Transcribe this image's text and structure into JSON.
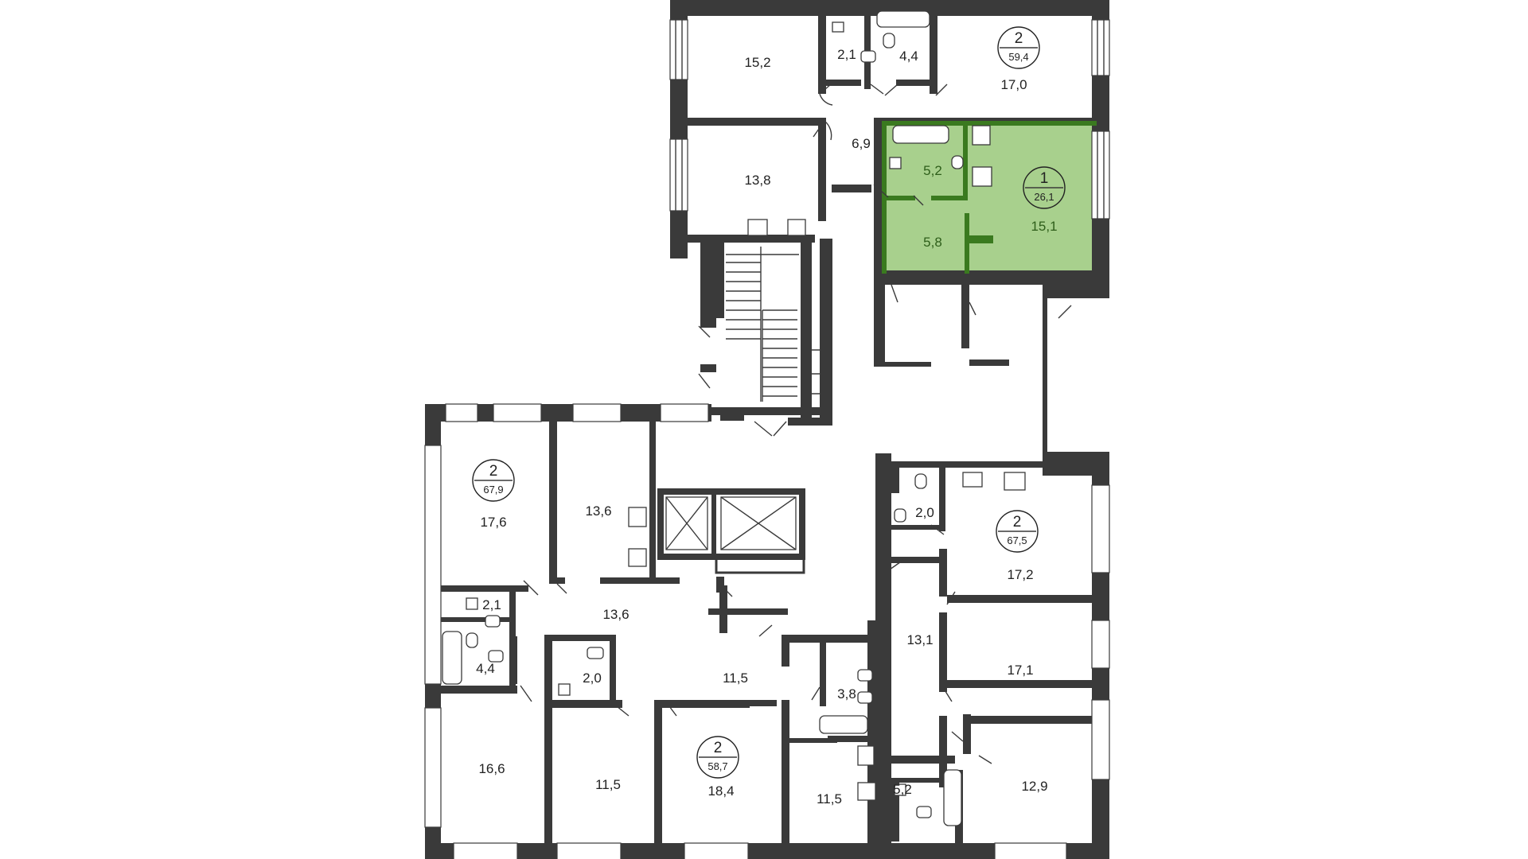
{
  "colors": {
    "wall": "#3a3a3a",
    "highlight": "#a8d08d",
    "highlight_wall": "#3a7a1f",
    "background": "#ffffff"
  },
  "apartments": [
    {
      "id": "apt-top-right",
      "rooms": "2",
      "area": "59,4",
      "highlighted": false
    },
    {
      "id": "apt-highlighted",
      "rooms": "1",
      "area": "26,1",
      "highlighted": true
    },
    {
      "id": "apt-left",
      "rooms": "2",
      "area": "67,9",
      "highlighted": false
    },
    {
      "id": "apt-right",
      "rooms": "2",
      "area": "67,5",
      "highlighted": false
    },
    {
      "id": "apt-bottom-center",
      "rooms": "2",
      "area": "58,7",
      "highlighted": false
    }
  ],
  "room_labels": [
    "15,2",
    "2,1",
    "4,4",
    "17,0",
    "6,9",
    "13,8",
    "5,2",
    "15,1",
    "5,8",
    "17,6",
    "13,6",
    "2,1",
    "13,6",
    "4,4",
    "16,6",
    "2,0",
    "11,5",
    "3,8",
    "11,5",
    "18,4",
    "11,5",
    "2,0",
    "17,2",
    "13,1",
    "17,1",
    "5,2",
    "12,9"
  ]
}
